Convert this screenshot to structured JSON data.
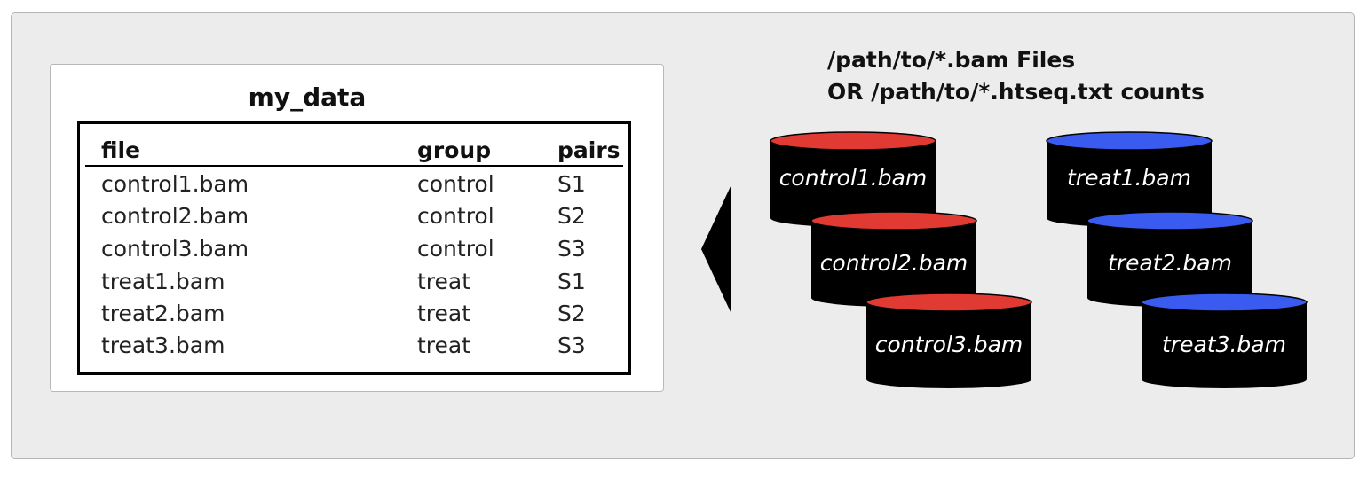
{
  "colors": {
    "control_cap": "#e03a32",
    "treat_cap": "#3a5bf0",
    "cylinder_body": "#000000",
    "panel_background": "#ececec"
  },
  "table": {
    "title": "my_data",
    "headers": {
      "file": "file",
      "group": "group",
      "pairs": "pairs"
    },
    "rows": [
      {
        "file": "control1.bam",
        "group": "control",
        "pairs": "S1"
      },
      {
        "file": "control2.bam",
        "group": "control",
        "pairs": "S2"
      },
      {
        "file": "control3.bam",
        "group": "control",
        "pairs": "S3"
      },
      {
        "file": "treat1.bam",
        "group": "treat",
        "pairs": "S1"
      },
      {
        "file": "treat2.bam",
        "group": "treat",
        "pairs": "S2"
      },
      {
        "file": "treat3.bam",
        "group": "treat",
        "pairs": "S3"
      }
    ]
  },
  "files": {
    "title_line1": "/path/to/*.bam Files",
    "title_line2": "OR /path/to/*.htseq.txt counts",
    "control": [
      "control1.bam",
      "control2.bam",
      "control3.bam"
    ],
    "treat": [
      "treat1.bam",
      "treat2.bam",
      "treat3.bam"
    ]
  }
}
